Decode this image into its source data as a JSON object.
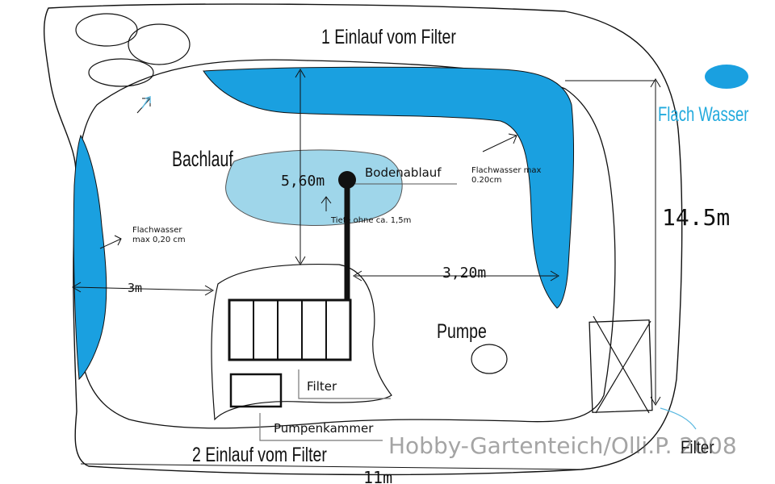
{
  "labels": {
    "einlauf_1": "1 Einlauf vom Filter",
    "einlauf_2": "2 Einlauf vom Filter",
    "bachlauf": "Bachlauf",
    "bodenablauf": "Bodenablauf",
    "flachwasser_right": "Flachwasser max\n0.20cm",
    "flachwasser_left": "Flachwasser\nmax 0,20 cm",
    "tiefe": "Tiefe ohne ca. 1,5m",
    "pumpe": "Pumpe",
    "filter_inner": "Filter",
    "pumpenkammer": "Pumpenkammer",
    "filter_corner": "Filter"
  },
  "legend": {
    "flach_wasser": "Flach Wasser"
  },
  "dimensions": {
    "d_560": "5,60m",
    "d_145": "14.5m",
    "d_320": "3,20m",
    "d_3": "3m",
    "d_11": "11m"
  },
  "watermark": "Hobby-Gartenteich/Olli.P. 2008",
  "colors": {
    "shallow_water": "#1aa0e0",
    "bachlauf_pond": "#9fd6ea",
    "legend_text": "#22aadd",
    "ink": "#111111"
  }
}
